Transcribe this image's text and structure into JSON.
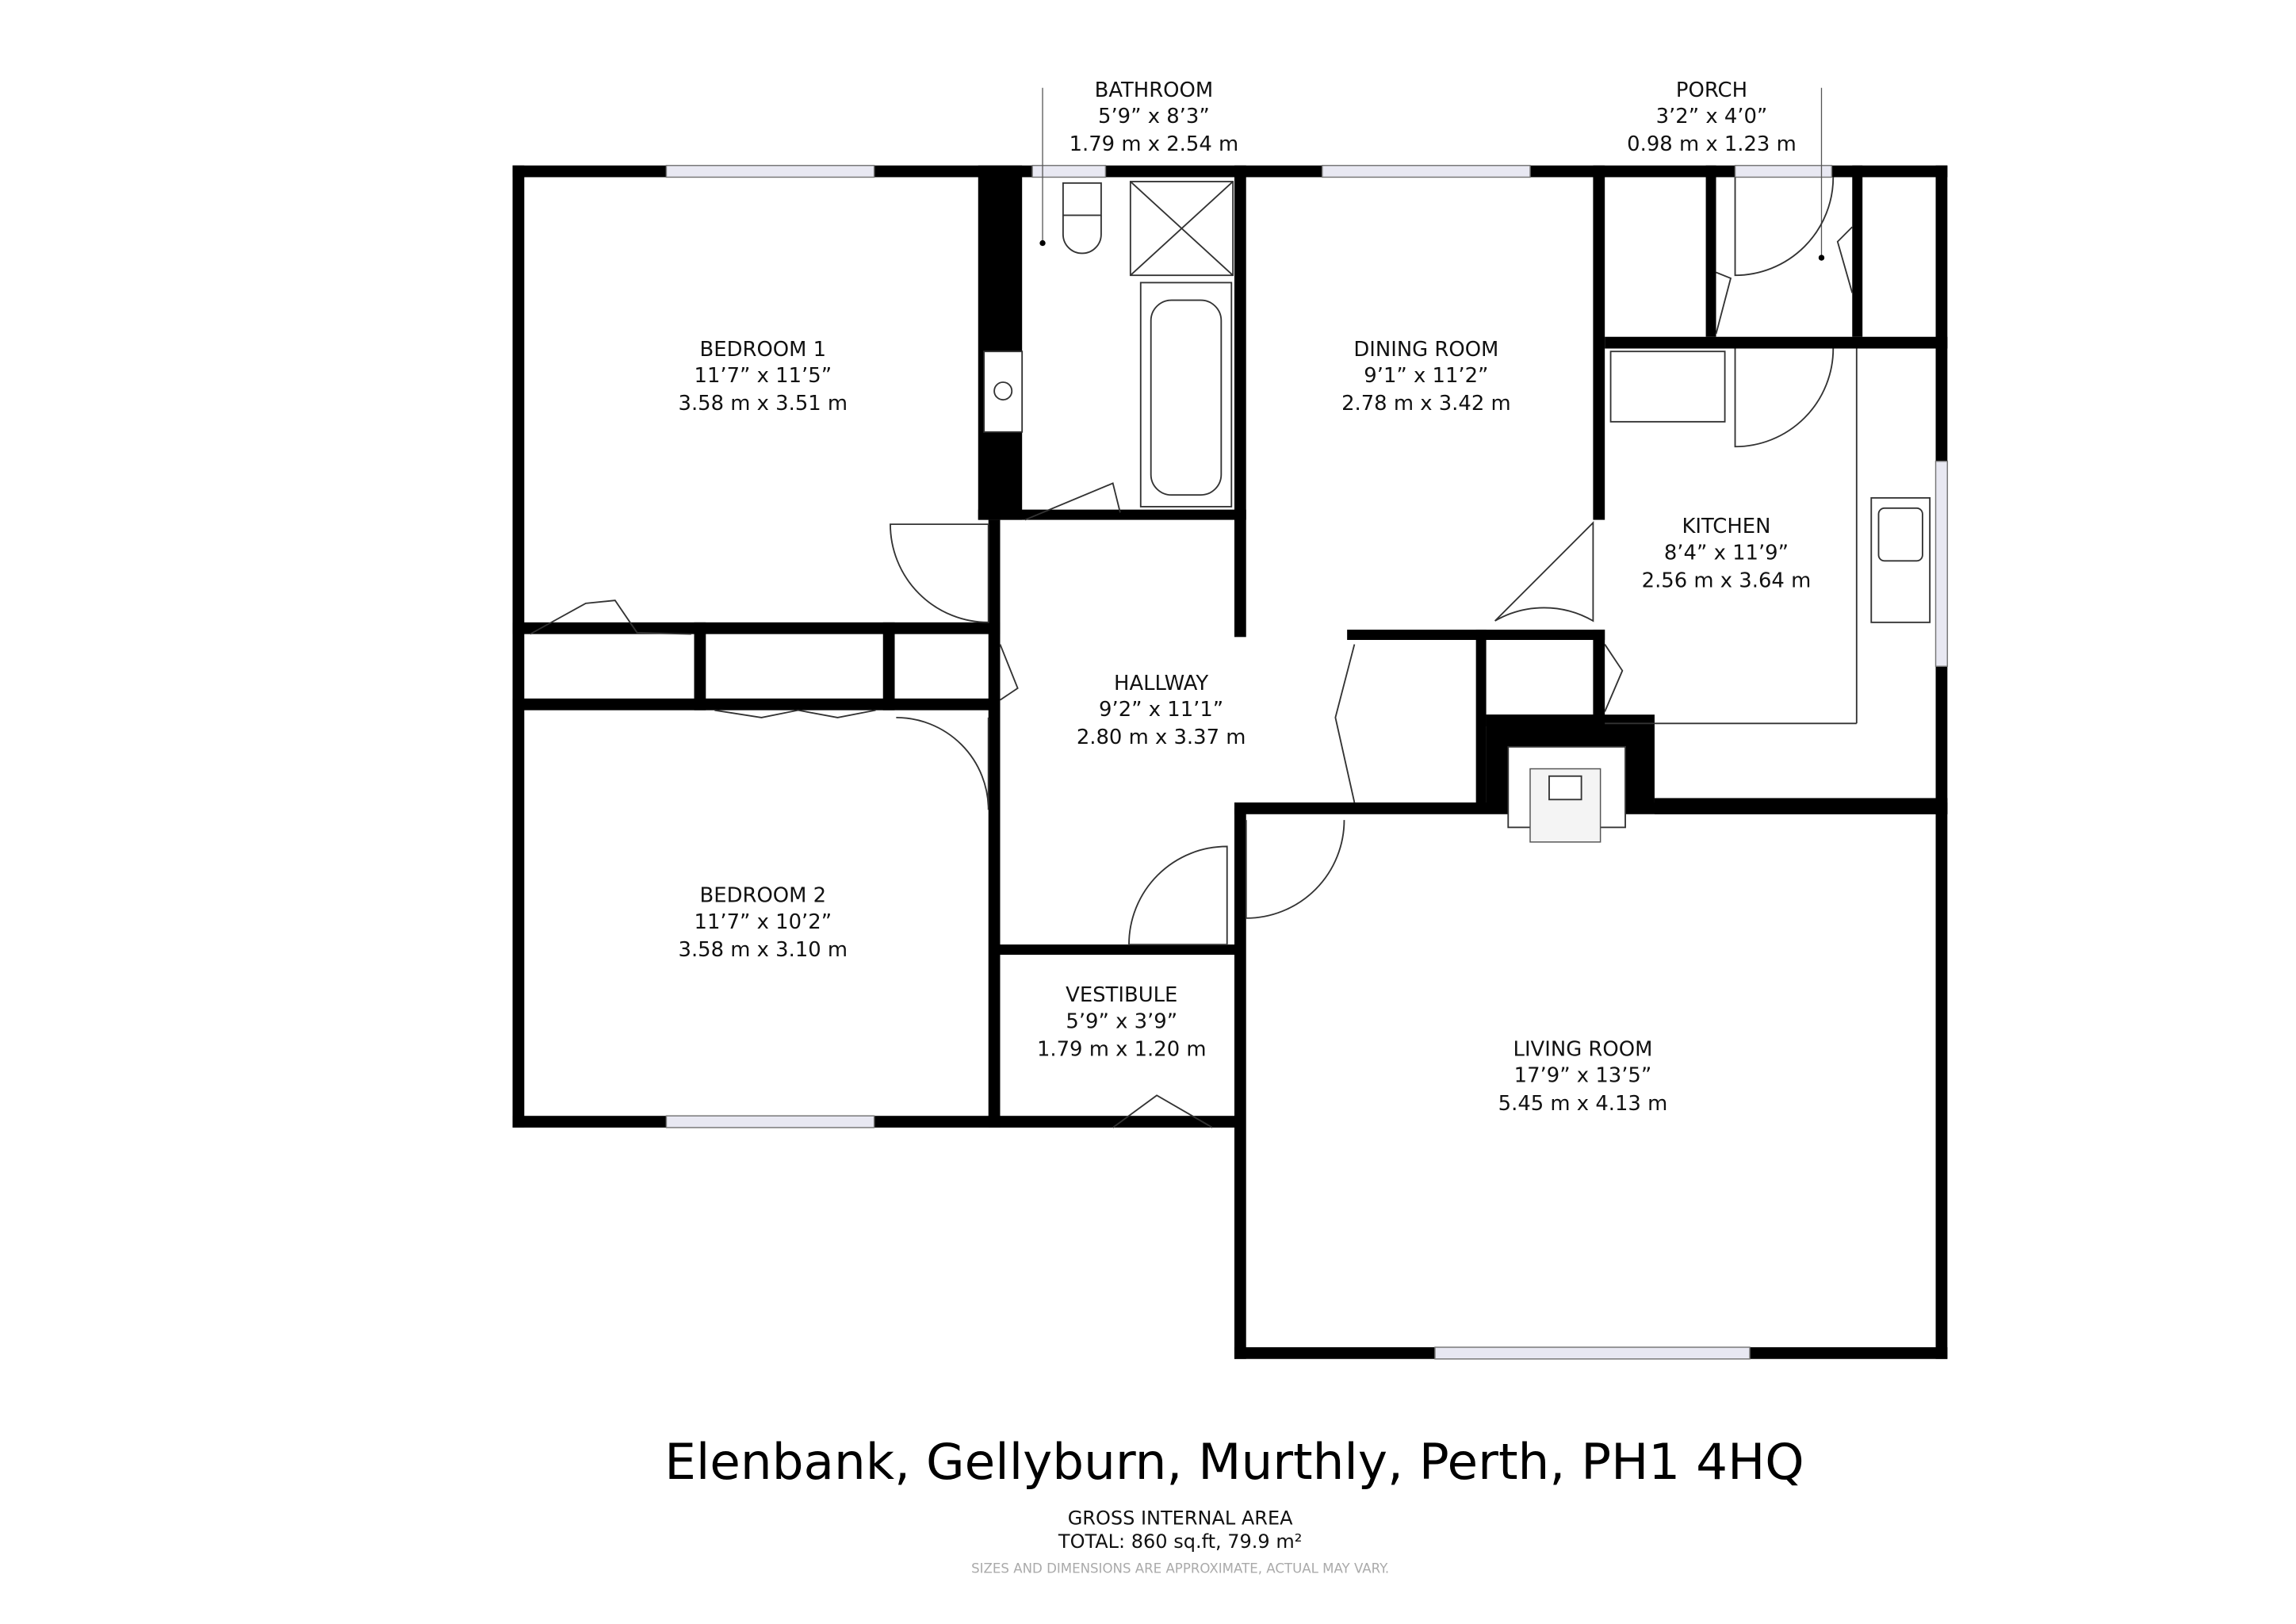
{
  "rooms": {
    "bathroom": {
      "name": "BATHROOM",
      "imperial": "5’9” x 8’3”",
      "metric": "1.79 m x 2.54 m"
    },
    "porch": {
      "name": "PORCH",
      "imperial": "3’2” x 4’0”",
      "metric": "0.98 m x 1.23 m"
    },
    "bedroom1": {
      "name": "BEDROOM 1",
      "imperial": "11’7” x 11’5”",
      "metric": "3.58 m x 3.51 m"
    },
    "dining": {
      "name": "DINING ROOM",
      "imperial": "9’1” x 11’2”",
      "metric": "2.78 m x 3.42 m"
    },
    "kitchen": {
      "name": "KITCHEN",
      "imperial": "8’4” x 11’9”",
      "metric": "2.56 m x 3.64 m"
    },
    "hallway": {
      "name": "HALLWAY",
      "imperial": "9’2” x 11’1”",
      "metric": "2.80 m x 3.37 m"
    },
    "bedroom2": {
      "name": "BEDROOM 2",
      "imperial": "11’7” x 10’2”",
      "metric": "3.58 m x 3.10 m"
    },
    "vestibule": {
      "name": "VESTIBULE",
      "imperial": "5’9” x 3’9”",
      "metric": "1.79 m x 1.20 m"
    },
    "living": {
      "name": "LIVING ROOM",
      "imperial": "17’9” x 13’5”",
      "metric": "5.45 m x 4.13 m"
    }
  },
  "footer": {
    "address": "Elenbank, Gellyburn, Murthly, Perth, PH1 4HQ",
    "gia_label": "GROSS INTERNAL AREA",
    "total": "TOTAL: 860 sq.ft, 79.9 m²",
    "disclaimer": "SIZES AND DIMENSIONS ARE APPROXIMATE, ACTUAL MAY VARY."
  }
}
